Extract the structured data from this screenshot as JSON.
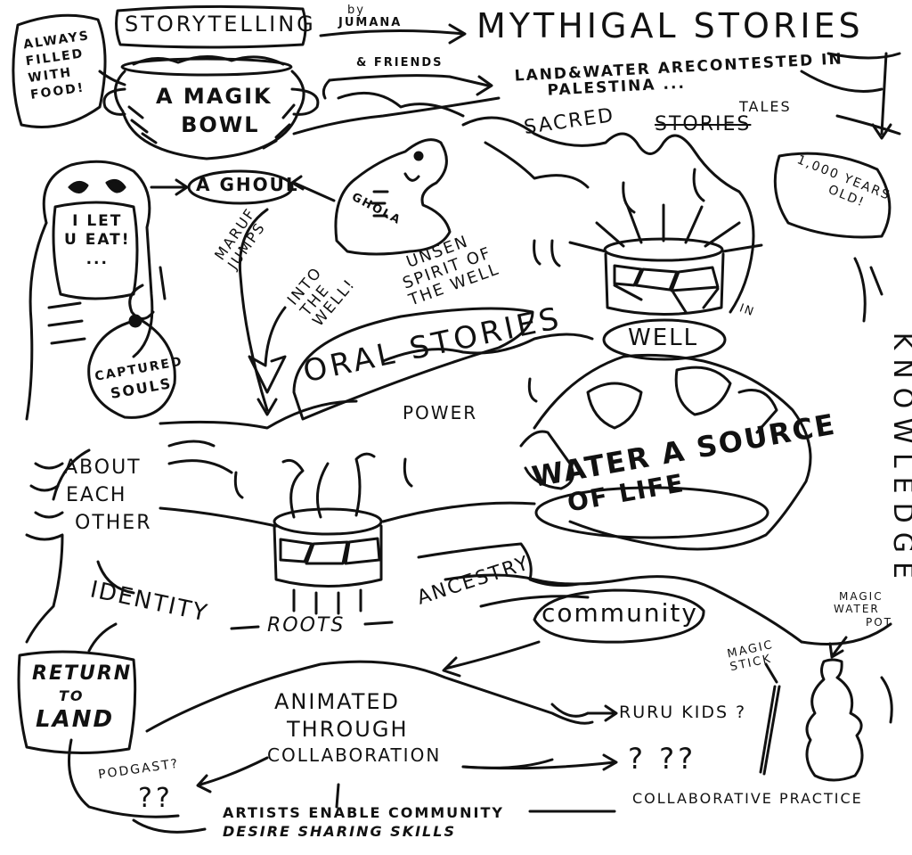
{
  "labels": {
    "always_filled": [
      "ALWAYS",
      "FILLED",
      "WITH",
      "FOOD!"
    ],
    "storytelling": "STORYTELLING",
    "by_jumana": [
      "by",
      "JUMANA"
    ],
    "friends": "& FRIENDS",
    "mythical_stories": "MYTHIGAL STORIES",
    "land_water": [
      "LAND&WATER ARECONTESTED IN",
      "PALESTINA ..."
    ],
    "sacred": "SACRED",
    "stories_crossed": "STORIES",
    "tales": "TALES",
    "magik_bowl": [
      "A MAGIK",
      "BOWL"
    ],
    "a_ghoul": "A GHOUL",
    "i_let_u_eat": [
      "I LET",
      "U EAT!",
      "..."
    ],
    "captured_souls": [
      "CAPTURED",
      "SOULS"
    ],
    "ghoul_name": "GHOLA",
    "maruf_jumps": [
      "MARUF",
      "JUMPS"
    ],
    "into_the_well": [
      "INTO",
      "THE",
      "WELL!"
    ],
    "unseen_spirit": [
      "UNSEN",
      "SPIRIT OF",
      "THE WELL"
    ],
    "oral_stories": "ORAL STORIES",
    "thousand_years": [
      "1,000 YEARS",
      "OLD!"
    ],
    "well": "WELL",
    "in": "IN",
    "power": "POWER",
    "water_source": [
      "WATER A SOURCE",
      "OF LIFE"
    ],
    "knowledge": "KNOWLEDGE",
    "about_each_other": [
      "ABOUT",
      "EACH",
      "OTHER"
    ],
    "identity": "IDENTITY",
    "roots": "ROOTS",
    "ancestry": "ANCESTRY",
    "community": "community",
    "return_to_land": [
      "RETURN",
      "TO",
      "LAND"
    ],
    "animated": [
      "ANIMATED",
      "THROUGH",
      "COLLABORATION"
    ],
    "ruru_kids": "RURU KIDS ?",
    "question_marks": "? ??",
    "magic_stick": [
      "MAGIC",
      "STICK"
    ],
    "magic_water_pot": [
      "MAGIC",
      "WATER",
      "POT"
    ],
    "podcast": "PODGAST?",
    "podcast_q": "??",
    "artists": [
      "ARTISTS ENABLE COMMUNITY",
      "DESIRE SHARING SKILLS"
    ],
    "collab_practice": "COLLABORATIVE PRACTICE"
  },
  "colors": {
    "ink": "#111111",
    "paper": "#ffffff"
  }
}
